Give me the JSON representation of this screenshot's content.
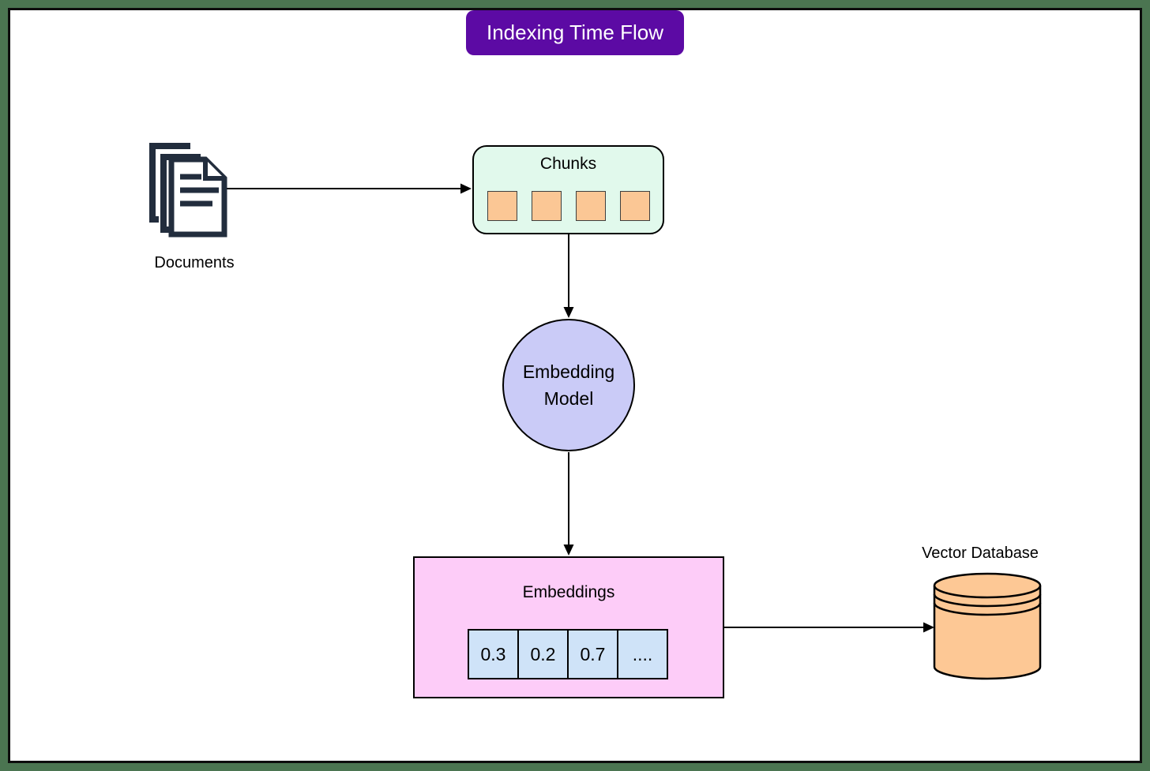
{
  "title": {
    "text": "Indexing Time Flow"
  },
  "nodes": {
    "documents": {
      "label": "Documents"
    },
    "chunks": {
      "label": "Chunks",
      "square_count": 4
    },
    "embedding_model": {
      "label_line1": "Embedding",
      "label_line2": "Model"
    },
    "embeddings": {
      "label": "Embeddings",
      "values": [
        "0.3",
        "0.2",
        "0.7",
        "...."
      ]
    },
    "vector_database": {
      "label": "Vector Database"
    }
  },
  "edges": [
    {
      "from": "documents",
      "to": "chunks"
    },
    {
      "from": "chunks",
      "to": "embedding_model"
    },
    {
      "from": "embedding_model",
      "to": "embeddings"
    },
    {
      "from": "embeddings",
      "to": "vector_database"
    }
  ],
  "icons": {
    "documents": "stacked-documents-icon",
    "vector_database": "database-cylinder-icon"
  },
  "colors": {
    "frame_green": "#4b7551",
    "frame_border": "#0d0d0d",
    "canvas": "#ffffff",
    "title_bg": "#5c0aa4",
    "title_text": "#ffffff",
    "chunks_bg": "#e1f9ec",
    "chunk_square": "#fbc795",
    "embedding_circle_bg": "#cacbf7",
    "embeddings_bg": "#fdccf8",
    "embedding_cell_bg": "#cfe3f8",
    "cylinder_bg": "#fdc895",
    "documents_icon": "#222d3d",
    "stroke": "#000000"
  }
}
